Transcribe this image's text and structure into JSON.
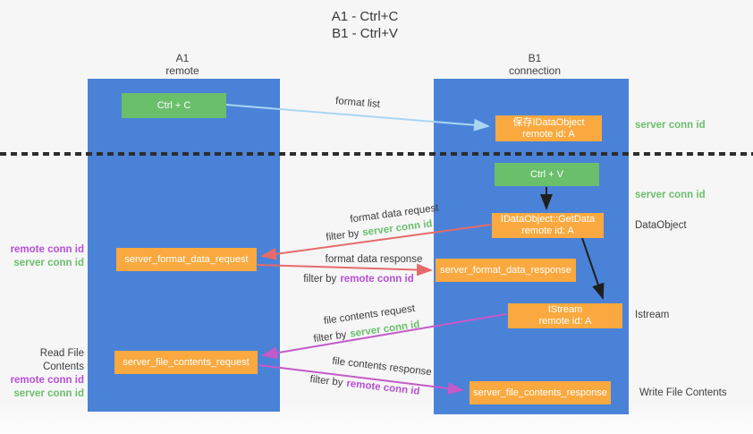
{
  "title": {
    "line1": "A1 - Ctrl+C",
    "line2": "B1 - Ctrl+V"
  },
  "lanes": {
    "a1": {
      "name": "A1",
      "subtitle": "remote"
    },
    "b1": {
      "name": "B1",
      "subtitle": "connection"
    }
  },
  "nodes": {
    "ctrl_c": {
      "label": "Ctrl + C"
    },
    "ctrl_v": {
      "label": "Ctrl + V"
    },
    "save_idataobject": {
      "line1": "保存IDataObject",
      "line2": "remote id: A"
    },
    "idataobject_getdata": {
      "line1": "IDataObject::GetData",
      "line2": "remote id: A"
    },
    "istream": {
      "line1": "IStream",
      "line2": "remote id: A"
    },
    "server_format_data_request": {
      "label": "server_format_data_request"
    },
    "server_format_data_response": {
      "label": "server_format_data_response"
    },
    "server_file_contents_request": {
      "label": "server_file_contents_request"
    },
    "server_file_contents_response": {
      "label": "server_file_contents_response"
    }
  },
  "arrow_labels": {
    "format_list": "format list",
    "format_data_request": "format data request",
    "format_data_response": "format data response",
    "file_contents_request": "file contents request",
    "file_contents_response": "file contents response",
    "filter_by": "filter by",
    "server_conn_id": "server conn id",
    "remote_conn_id": "remote conn id"
  },
  "side_annotations": {
    "left_top": {
      "remote_conn_id": "remote conn id",
      "server_conn_id": "server conn id"
    },
    "left_bottom": {
      "title": "Read File Contents",
      "remote_conn_id": "remote conn id",
      "server_conn_id": "server conn id"
    },
    "right": {
      "server_conn_id_top": "server conn id",
      "server_conn_id_mid": "server conn id",
      "dataobject": "DataObject",
      "istream": "Istream",
      "write_file_contents": "Write File Contents"
    }
  },
  "colors": {
    "lane_blue": "#4a82d8",
    "node_green": "#6abf6b",
    "node_orange": "#f9a93f",
    "arrow_red": "#e56b6b",
    "arrow_magenta": "#c45ac8",
    "arrow_light_blue": "#aad5f2",
    "arrow_black": "#1f1f1f",
    "text_green": "#6abf6b",
    "text_purple": "#b84fd4",
    "separator_dark": "#2d2d2d"
  }
}
